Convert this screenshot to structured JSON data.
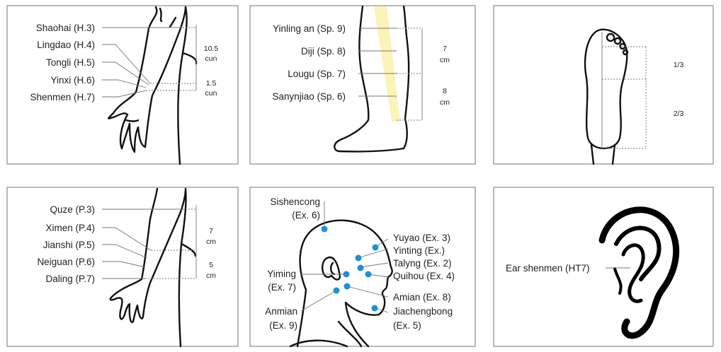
{
  "colors": {
    "point": "#1e90d6",
    "channel": "#fbf3b8"
  },
  "panels": {
    "heart_arm": {
      "points": [
        "Shaohai (H.3)",
        "Lingdao (H.4)",
        "Tongli (H.5)",
        "Yinxi (H.6)",
        "Shenmen (H.7)"
      ],
      "measures": [
        {
          "value": "10.5",
          "unit": "cun"
        },
        {
          "value": "1.5",
          "unit": "cun"
        }
      ]
    },
    "spleen_leg": {
      "points": [
        "Yinling an (Sp. 9)",
        "Diji (Sp. 8)",
        "Lougu (Sp. 7)",
        "Sanynjiao (Sp. 6)"
      ],
      "measures": [
        {
          "value": "7",
          "unit": "cm"
        },
        {
          "value": "8",
          "unit": "cm"
        }
      ]
    },
    "foot": {
      "measures": [
        "1/3",
        "2/3"
      ]
    },
    "pericardium_arm": {
      "points": [
        "Quze (P.3)",
        "Ximen (P.4)",
        "Jianshi (P.5)",
        "Neiguan (P.6)",
        "Daling (P.7)"
      ],
      "measures": [
        {
          "value": "7",
          "unit": "cm"
        },
        {
          "value": "5",
          "unit": "cm"
        }
      ]
    },
    "head": {
      "points": [
        {
          "name": "Sishencong",
          "code": "(Ex. 6)"
        },
        {
          "name": "Yuyao (Ex. 3)"
        },
        {
          "name": "Yinting (Ex.)"
        },
        {
          "name": "Talyng (Ex. 2)"
        },
        {
          "name": "Quihou (Ex. 4)"
        },
        {
          "name": "Yiming",
          "code": "(Ex. 7)"
        },
        {
          "name": "Amian (Ex. 8)"
        },
        {
          "name": "Anmian",
          "code": "(Ex. 9)"
        },
        {
          "name": "Jiachengbong",
          "code": "(Ex. 5)"
        }
      ]
    },
    "ear": {
      "points": [
        "Ear shenmen (HT7)"
      ]
    }
  }
}
